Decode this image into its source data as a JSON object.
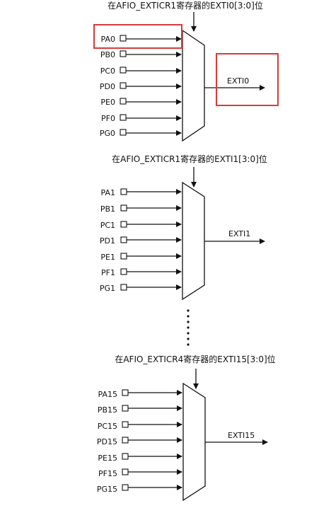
{
  "blocks": [
    {
      "title": "在AFIO_EXTICR1寄存器的EXTI0[3:0]位",
      "inputs": [
        "PA0",
        "PB0",
        "PC0",
        "PD0",
        "PE0",
        "PF0",
        "PG0"
      ],
      "output": "EXTI0"
    },
    {
      "title": "在AFIO_EXTICR1寄存器的EXTI1[3:0]位",
      "inputs": [
        "PA1",
        "PB1",
        "PC1",
        "PD1",
        "PE1",
        "PF1",
        "PG1"
      ],
      "output": "EXTI1"
    },
    {
      "title": "在AFIO_EXTICR4寄存器的EXTI15[3:0]位",
      "inputs": [
        "PA15",
        "PB15",
        "PC15",
        "PD15",
        "PE15",
        "PF15",
        "PG15"
      ],
      "output": "EXTI15"
    }
  ],
  "highlight_color": "#d93a3a"
}
